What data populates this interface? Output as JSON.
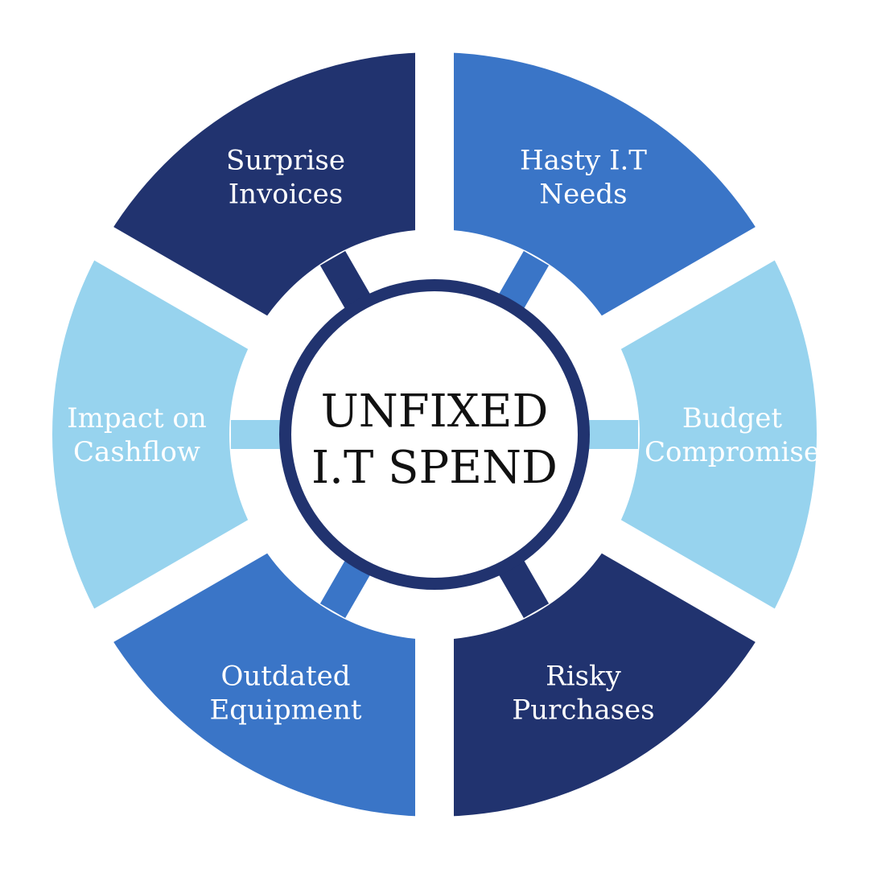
{
  "center": {
    "line1": "UNFIXED",
    "line2": "I.T SPEND"
  },
  "colors": {
    "dark_navy": "#21336f",
    "medium_blue": "#3a75c7",
    "light_blue": "#97d3ee",
    "center_ring": "#21336f",
    "background": "#ffffff"
  },
  "segments": [
    {
      "name": "hasty-it-needs",
      "lines": [
        "Hasty I.T",
        "Needs"
      ],
      "color": "#3a75c7"
    },
    {
      "name": "budget-compromise",
      "lines": [
        "Budget",
        "Compromise"
      ],
      "color": "#97d3ee"
    },
    {
      "name": "risky-purchases",
      "lines": [
        "Risky",
        "Purchases"
      ],
      "color": "#21336f"
    },
    {
      "name": "outdated-equipment",
      "lines": [
        "Outdated",
        "Equipment"
      ],
      "color": "#3a75c7"
    },
    {
      "name": "impact-on-cashflow",
      "lines": [
        "Impact on",
        "Cashflow"
      ],
      "color": "#97d3ee"
    },
    {
      "name": "surprise-invoices",
      "lines": [
        "Surprise",
        "Invoices"
      ],
      "color": "#21336f"
    }
  ]
}
